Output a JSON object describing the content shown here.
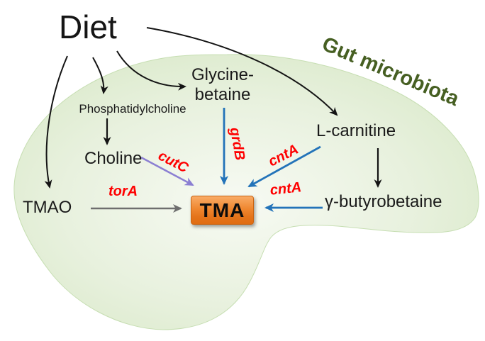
{
  "title": "Diet",
  "region_label": "Gut microbiota",
  "nodes": {
    "diet": "Diet",
    "phosphatidylcholine": "Phosphatidylcholine",
    "glycine_betaine_line1": "Glycine-",
    "glycine_betaine_line2": "betaine",
    "choline": "Choline",
    "l_carnitine": "L-carnitine",
    "tmao": "TMAO",
    "gamma_butyrobetaine": "γ-butyrobetaine",
    "tma": "TMA"
  },
  "genes": {
    "torA": "torA",
    "cutC": "cutC",
    "grdB": "grdB",
    "cntA_carnitine": "cntA",
    "cntA_butyrobetaine": "cntA"
  },
  "colors": {
    "blob_center": "#f7faf3",
    "blob_mid": "#e4efd9",
    "blob_edge": "#d4e6c3",
    "blob_outline": "#c6deb2",
    "gut_label_green": "#465f22",
    "gene_red": "#fe0000",
    "arrow_black": "#141414",
    "arrow_blue": "#2373b9",
    "arrow_purple": "#8b7fd2",
    "arrow_gray": "#6e6e6e",
    "tma_box_top": "#f9ab66",
    "tma_box_bottom": "#e06d12",
    "tma_box_border": "#c96413",
    "tma_text": "#0c0c0c"
  }
}
